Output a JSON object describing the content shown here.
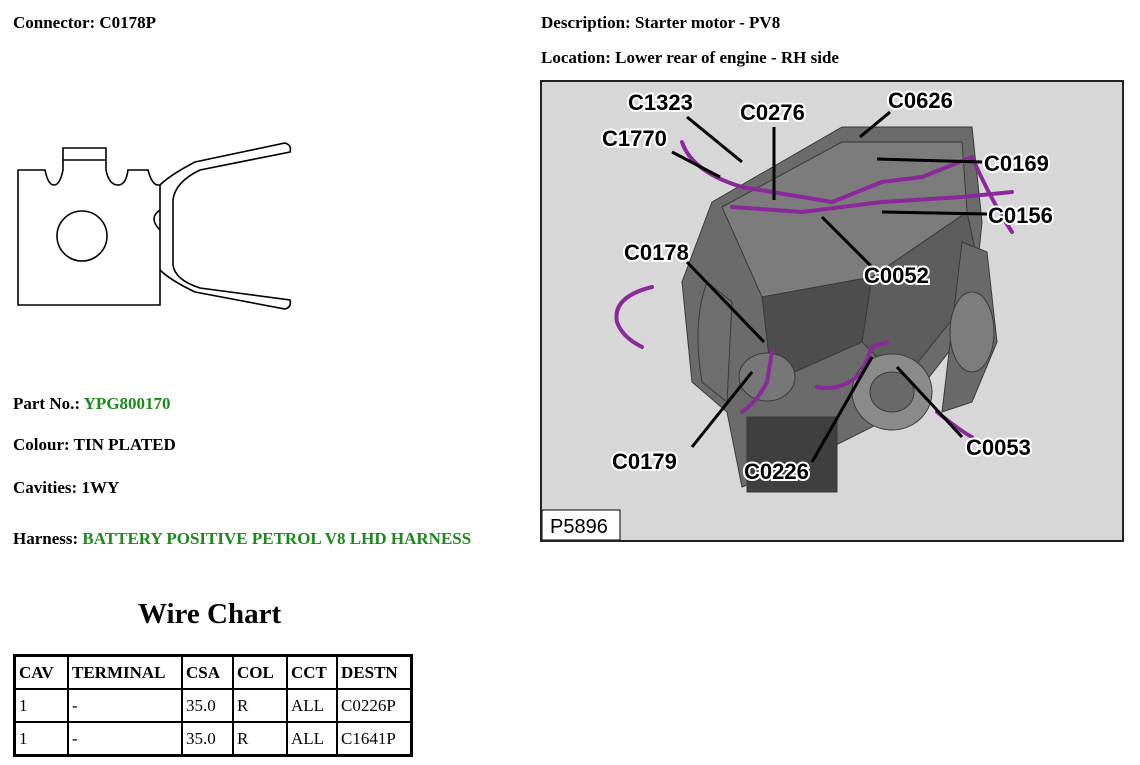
{
  "connector": {
    "label": "Connector:",
    "value": "C0178P"
  },
  "description": {
    "label": "Description:",
    "value": "Starter motor - PV8"
  },
  "location": {
    "label": "Location:",
    "value": "Lower rear of engine - RH side"
  },
  "part_no": {
    "label": "Part No.:",
    "value": "YPG800170"
  },
  "colour": {
    "label": "Colour:",
    "value": "TIN PLATED"
  },
  "cavities": {
    "label": "Cavities:",
    "value": "1WY"
  },
  "harness": {
    "label": "Harness:",
    "value": "BATTERY POSITIVE PETROL V8 LHD HARNESS"
  },
  "image": {
    "ref": "P5896",
    "callouts": [
      "C1323",
      "C0276",
      "C0626",
      "C1770",
      "C0169",
      "C0156",
      "C0178",
      "C0052",
      "C0179",
      "C0226",
      "C0053"
    ]
  },
  "wire_chart": {
    "title": "Wire Chart",
    "headers": [
      "CAV",
      "TERMINAL",
      "CSA",
      "COL",
      "CCT",
      "DESTN"
    ],
    "rows": [
      [
        "1",
        "-",
        "35.0",
        "R",
        "ALL",
        "C0226P"
      ],
      [
        "1",
        "-",
        "35.0",
        "R",
        "ALL",
        "C1641P"
      ]
    ]
  },
  "colors": {
    "green_text": "#1a8a1a",
    "harness_purple": "#8a2a9a"
  }
}
